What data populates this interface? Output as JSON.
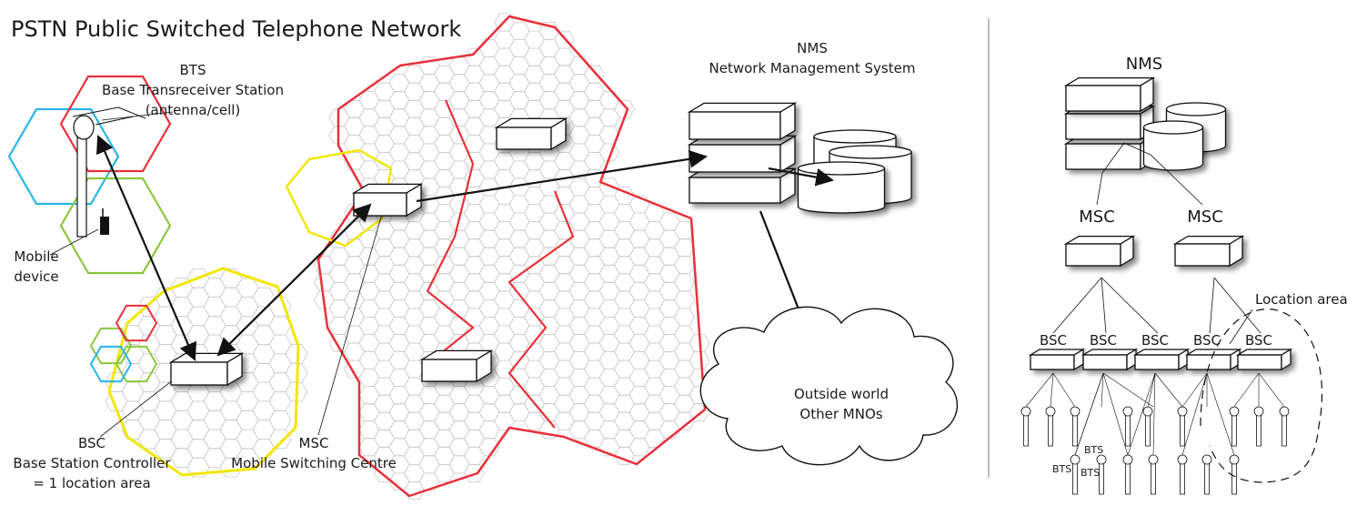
{
  "title": "PSTN Public Switched Telephone Network",
  "left": {
    "bts": [
      "BTS",
      "Base Transreceiver Station",
      "(antenna/cell)"
    ],
    "mobile": [
      "Mobile",
      "device"
    ],
    "bsc": [
      "BSC",
      "Base Station Controller",
      "= 1 location area"
    ],
    "msc": [
      "MSC",
      "Mobile Switching Centre"
    ],
    "nms": [
      "NMS",
      "Network Management System"
    ],
    "cloud": [
      "Outside world",
      "Other MNOs"
    ]
  },
  "right": {
    "nms": "NMS",
    "msc": [
      "MSC",
      "MSC"
    ],
    "bsc": [
      "BSC",
      "BSC",
      "BSC",
      "BSC",
      "BSC"
    ],
    "location_area": "Location area",
    "bts": [
      "BTS",
      "BTS",
      "BTS"
    ]
  },
  "colors": {
    "red": "#e8303a",
    "yellow": "#f2e600",
    "blue": "#29b6e8",
    "green": "#8cc63f",
    "grid": "#c8c8c8",
    "divider": "#bdbdbd"
  }
}
